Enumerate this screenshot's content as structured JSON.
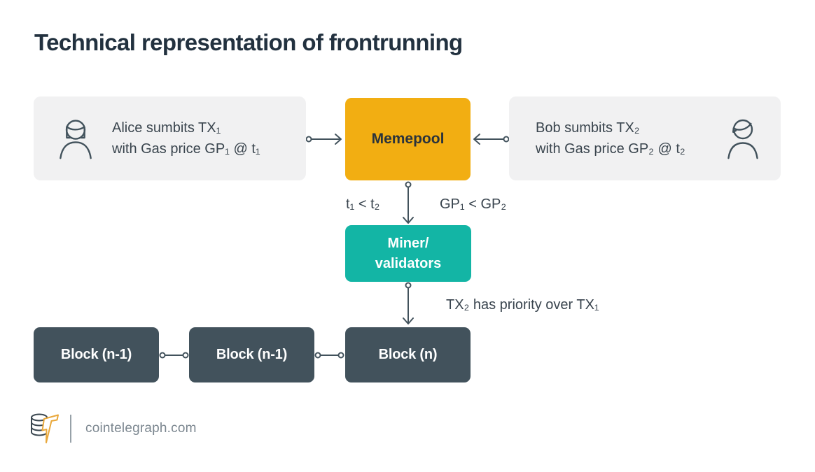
{
  "title": "Technical representation of frontrunning",
  "colors": {
    "amber": "#F2AE12",
    "teal": "#13B5A5",
    "slate": "#42525C",
    "panel": "#F1F1F2",
    "ink": "#22313F",
    "body": "#3A454E",
    "line": "#42525C",
    "footer-text": "#7C8790"
  },
  "nodes": {
    "alice": {
      "icon": "person-female-icon",
      "line1": "Alice sumbits TX₁",
      "line2": "with Gas price GP₁ @ t₁"
    },
    "bob": {
      "icon": "person-male-icon",
      "line1": "Bob sumbits TX₂",
      "line2": "with Gas price GP₂ @ t₂"
    },
    "memepool": {
      "label": "Memepool"
    },
    "miner": {
      "line1": "Miner/",
      "line2": "validators"
    },
    "blocks": [
      {
        "label": "Block (n-1)"
      },
      {
        "label": "Block (n-1)"
      },
      {
        "label": "Block (n)"
      }
    ]
  },
  "edge_labels": {
    "time": "t₁ < t₂",
    "gas": "GP₁ < GP₂",
    "priority": "TX₂ has priority over TX₁"
  },
  "footer": {
    "site": "cointelegraph.com",
    "logo": "cointelegraph-logo"
  }
}
